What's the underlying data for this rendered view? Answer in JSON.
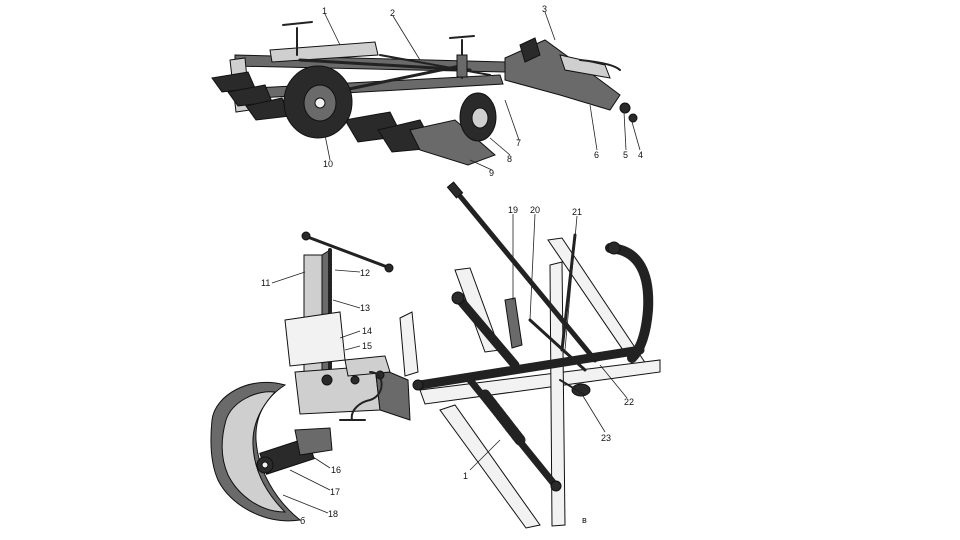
{
  "figure_a": {
    "callouts": [
      "1",
      "2",
      "3",
      "4",
      "5",
      "6",
      "7",
      "8",
      "9",
      "10"
    ]
  },
  "figure_b": {
    "callouts": [
      "11",
      "12",
      "13",
      "14",
      "15",
      "16",
      "17",
      "18",
      "б"
    ]
  },
  "figure_c": {
    "callouts": [
      "19",
      "20",
      "21",
      "22",
      "23",
      "1",
      "в"
    ]
  }
}
